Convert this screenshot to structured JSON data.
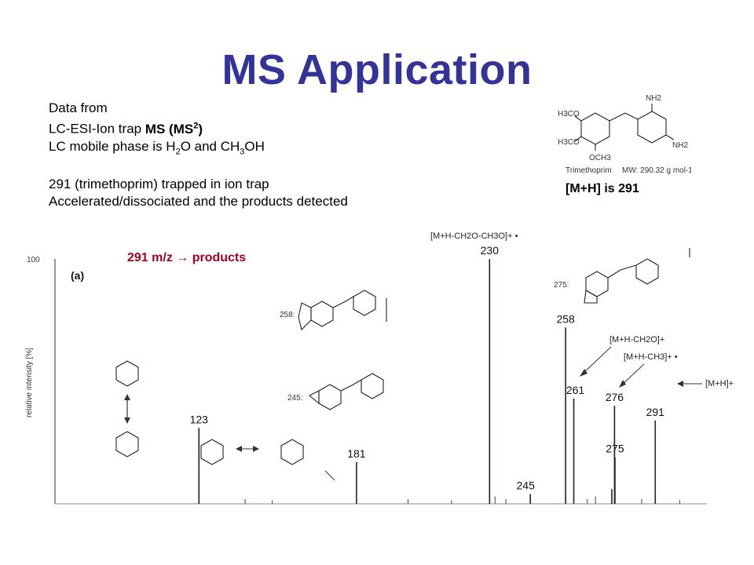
{
  "slide": {
    "title": "MS Application",
    "info_lines": [
      {
        "pre": "Data from",
        "bold": "",
        "post": ""
      },
      {
        "pre": "LC-ESI-Ion trap ",
        "bold": "MS (MS",
        "sup": "2",
        "post": ")"
      },
      {
        "pre": "LC mobile phase is H",
        "sub1": "2",
        "mid": "O and CH",
        "sub2": "3",
        "post": "OH"
      }
    ],
    "info2": [
      "291 (trimethoprim) trapped in ion trap",
      "Accelerated/dissociated and the products detected"
    ],
    "mh_text": "[M+H] is 291",
    "caption": "291 m/z → products"
  },
  "structure": {
    "nh2_top": "NH2",
    "nh2_right": "NH2",
    "ome1": "H3CO",
    "ome2": "H3CO",
    "ome3": "OCH3",
    "name": "Trimethoprim",
    "mw": "MW: 290.32 g mol-1"
  },
  "spectrum": {
    "panel_label": "(a)",
    "y_tick": "100",
    "ylabel": "relative intensity [%]",
    "structure_labels": [
      "258:",
      "245:",
      "275:"
    ],
    "annotations": [
      "[M+H-CH2O-CH3O]+ •",
      "[M+H-CH2O]+",
      "[M+H-CH3]+ •",
      "[M+H]+"
    ]
  },
  "chart_data": {
    "type": "bar",
    "title": "",
    "xlabel": "",
    "ylabel": "relative intensity [%]",
    "ylim": [
      0,
      100
    ],
    "series": [
      {
        "values": [
          31,
          17,
          4,
          100,
          6,
          72,
          43,
          19,
          40,
          34
        ]
      }
    ],
    "categories": [
      "123",
      "181",
      "245",
      "230",
      "275",
      "258",
      "261",
      "275",
      "276",
      "291"
    ],
    "labels": [
      "123",
      "181",
      "245",
      "230",
      "258",
      "261",
      "275",
      "276",
      "291"
    ]
  }
}
